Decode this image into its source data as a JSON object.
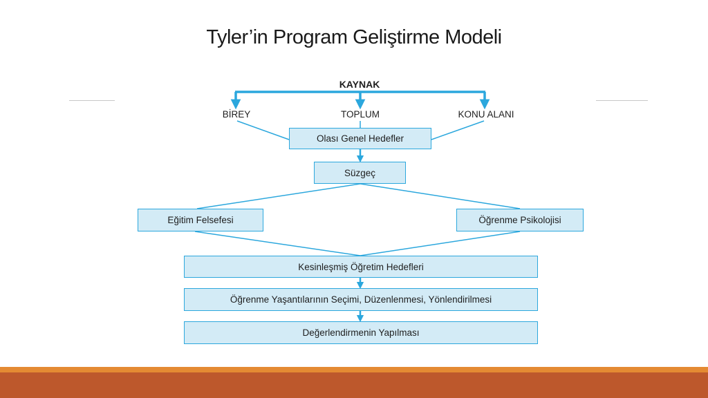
{
  "title": "Tyler’in Program Geliştirme Modeli",
  "diagram": {
    "source": "KAYNAK",
    "sources": [
      "BİREY",
      "TOPLUM",
      "KONU ALANI"
    ],
    "possible_goals": "Olası Genel Hedefler",
    "filter": "Süzgeç",
    "philosophy": "Eğitim Felsefesi",
    "psychology": "Öğrenme Psikolojisi",
    "definite_goals": "Kesinleşmiş Öğretim Hedefleri",
    "experiences": "Öğrenme Yaşantılarının Seçimi, Düzenlenmesi, Yönlendirilmesi",
    "evaluation": "Değerlendirmenin Yapılması"
  },
  "colors": {
    "box_fill": "#d3ebf6",
    "line": "#2ba7dd",
    "band_orange": "#e48a33",
    "band_rust": "#bd582c"
  }
}
